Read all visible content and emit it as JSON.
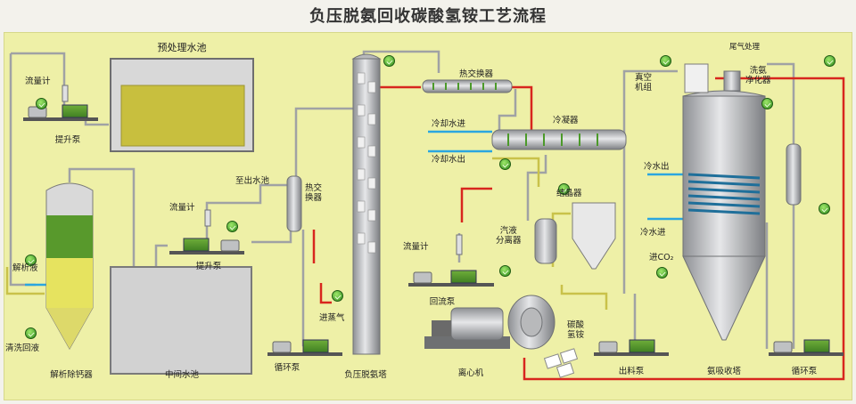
{
  "title": "负压脱氨回收碳酸氢铵工艺流程",
  "labels": {
    "pretreat_pool": "预处理水池",
    "flowmeter_top": "流量计",
    "lift_pump_top": "提升泵",
    "desorb_liquid": "解析液",
    "back_wash": "清洗回液",
    "desorber": "解析除钙器",
    "middle_pool": "中间水池",
    "flowmeter_mid": "流量计",
    "lift_pump_mid": "提升泵",
    "out_water": "至出水池",
    "heat_exchanger_mid": "热交\n换器",
    "circ_pump": "循环泵",
    "steam_in": "进蒸气",
    "tower": "负压脱氨塔",
    "heat_exchanger_top": "热交换器",
    "cool_water_in": "冷却水进",
    "cool_water_out": "冷却水出",
    "condenser": "冷凝器",
    "gas_liquid_sep": "汽液\n分离器",
    "flowmeter_reflux": "流量计",
    "reflux_pump": "回流泵",
    "crystallizer": "结晶器",
    "centrifuge": "离心机",
    "product": "碳酸\n氢铵",
    "outlet_pump": "出料泵",
    "vacuum_unit": "真空\n机组",
    "tail_gas": "尾气处理",
    "wash_absorber": "洗氨\n净化器",
    "cold_water_out": "冷水出",
    "cold_water_in": "冷水进",
    "co2_in": "进CO₂",
    "ammonia_absorber": "氨吸收塔",
    "recycle_pump": "循环泵"
  },
  "colors": {
    "panel": "#eef0a7",
    "water": "#c9c24a",
    "pipe_hot": "#d8261e",
    "pipe_gas": "#9a9a9a",
    "cooling": "#2aa6e0"
  }
}
